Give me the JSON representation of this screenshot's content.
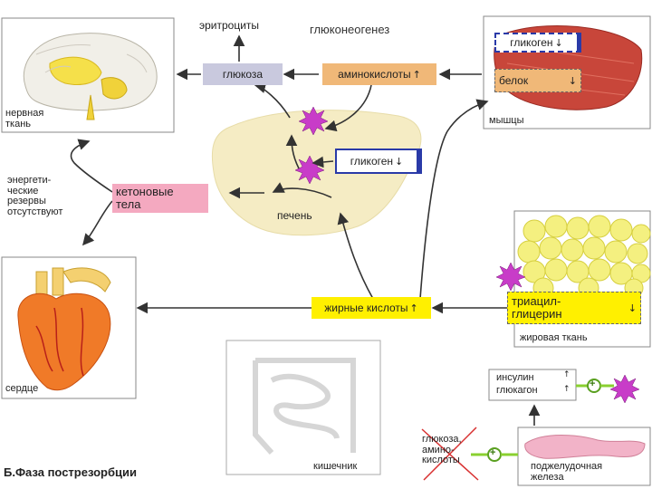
{
  "caption": "Б.Фаза пострезорбции",
  "labels": {
    "nervous_tissue": "нервная\nткань",
    "erythrocytes": "эритроциты",
    "gluconeogenesis": "глюконеогенез",
    "glucose": "глюкоза",
    "amino_acids": "аминокислоты",
    "glycogen_liver": "гликоген",
    "ketone_bodies": "кетоновые\nтела",
    "liver": "печень",
    "energy_reserves": "энергети-\nческие\nрезервы\nотсутствуют",
    "muscles": "мышцы",
    "glycogen_muscle": "гликоген",
    "protein_muscle": "белок",
    "fatty_acids": "жирные кислоты",
    "triacylglycerol": "триацил-\nглицерин",
    "adipose_tissue": "жировая ткань",
    "heart": "сердце",
    "intestine": "кишечник",
    "insulin": "инсулин",
    "glucagon": "глюкагон",
    "glucose_amino": "глюкоза,\nамино-\nкислоты",
    "pancreas": "поджелудочная\nжелеза"
  },
  "symbols": {
    "up": "↑",
    "down": "↓",
    "plus": "+"
  },
  "colors": {
    "glucose_box": "#c9c9de",
    "amino_box": "#f0b878",
    "ketone_box": "#f4a9c0",
    "fatty_box": "#fff000",
    "glycogen_border": "#2a3aa8",
    "liver": "#f5ecc4",
    "muscle": "#c8463a",
    "fat": "#f4f080",
    "heart": "#f07a28",
    "starburst": "#c83cc8",
    "pancreas": "#f2b3c8",
    "plus_circle": "#8ad030"
  }
}
